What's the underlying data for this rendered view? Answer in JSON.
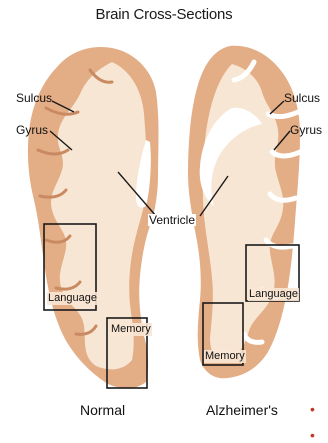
{
  "diagram": {
    "title": "Brain Cross-Sections",
    "labels": {
      "sulcus_left": "Sulcus",
      "gyrus_left": "Gyrus",
      "sulcus_right": "Sulcus",
      "gyrus_right": "Gyrus",
      "ventricle": "Ventricle",
      "language_left": "Language",
      "memory_left": "Memory",
      "language_right": "Language",
      "memory_right": "Memory"
    },
    "captions": {
      "normal": "Normal",
      "alzheimers": "Alzheimer's"
    },
    "colors": {
      "gray_matter": "#e3ad86",
      "white_matter": "#f8e6d4",
      "ventricle": "#ffffff",
      "outline": "#1a1a1a",
      "bullet": "#c0392b"
    }
  }
}
